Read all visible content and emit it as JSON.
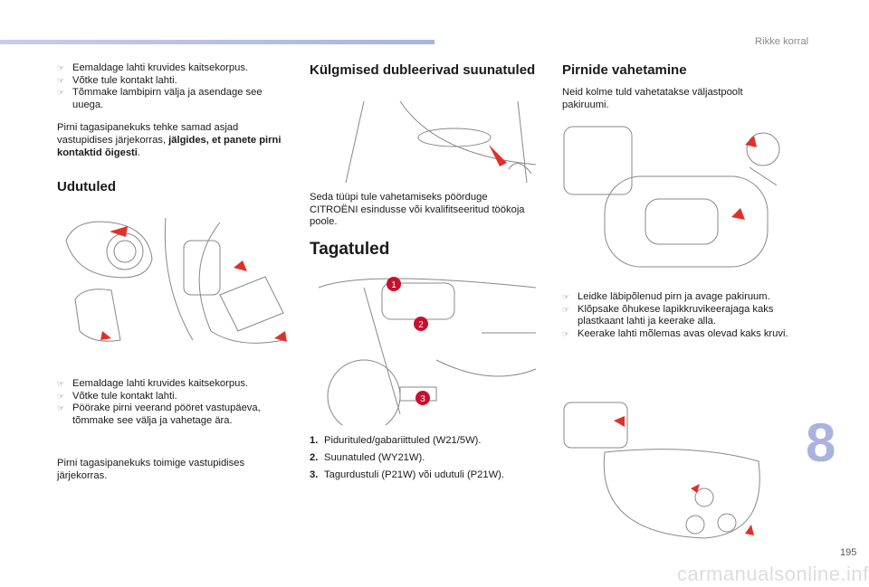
{
  "header": {
    "section": "Rikke korral"
  },
  "col1": {
    "steps1": [
      "Eemaldage lahti kruvides kaitsekorpus.",
      "Võtke tule kontakt lahti.",
      "Tõmmake lambipirn välja ja asendage see uuega."
    ],
    "para1": "Pirni tagasipanekuks tehke samad asjad vastupidises järjekorras, ",
    "para1_bold": "jälgides, et panete pirni kontaktid õigesti",
    "para1_end": ".",
    "heading": "Udutuled",
    "steps2": [
      "Eemaldage lahti kruvides kaitsekorpus.",
      "Võtke tule kontakt lahti.",
      "Pöörake pirni veerand pööret vastupäeva, tõmmake see välja ja vahetage ära."
    ],
    "para2": "Pirni tagasipanekuks toimige vastupidises järjekorras."
  },
  "col2": {
    "heading": "Külgmised dubleerivad suunatuled",
    "para": "Seda tüüpi tule vahetamiseks pöörduge CITROËNI esindusse või kvalifitseeritud töökoja poole.",
    "heading2": "Tagatuled",
    "items": [
      {
        "n": "1.",
        "t": "Pidurituled/gabariittuled (W21/5W)."
      },
      {
        "n": "2.",
        "t": "Suunatuled (WY21W)."
      },
      {
        "n": "3.",
        "t": "Tagurdustuli (P21W) või udutuli (P21W)."
      }
    ],
    "callouts": [
      "1",
      "2",
      "3"
    ]
  },
  "col3": {
    "heading": "Pirnide vahetamine",
    "para": "Neid kolme tuld vahetatakse väljastpoolt pakiruumi.",
    "steps": [
      "Leidke läbipõlenud pirn ja avage pakiruum.",
      "Klõpsake õhukese lapikkruvikeerajaga kaks plastkaant lahti ja keerake alla.",
      "Keerake lahti mõlemas avas olevad kaks kruvi."
    ]
  },
  "icons": {
    "bullet": "pointing-hand-icon"
  },
  "colors": {
    "accent": "#aab3dd",
    "arrow": "#e0302a",
    "callout": "#c8102e"
  },
  "footer": {
    "chapter": "8",
    "page": "195",
    "watermark": "carmanualsonline.info"
  }
}
